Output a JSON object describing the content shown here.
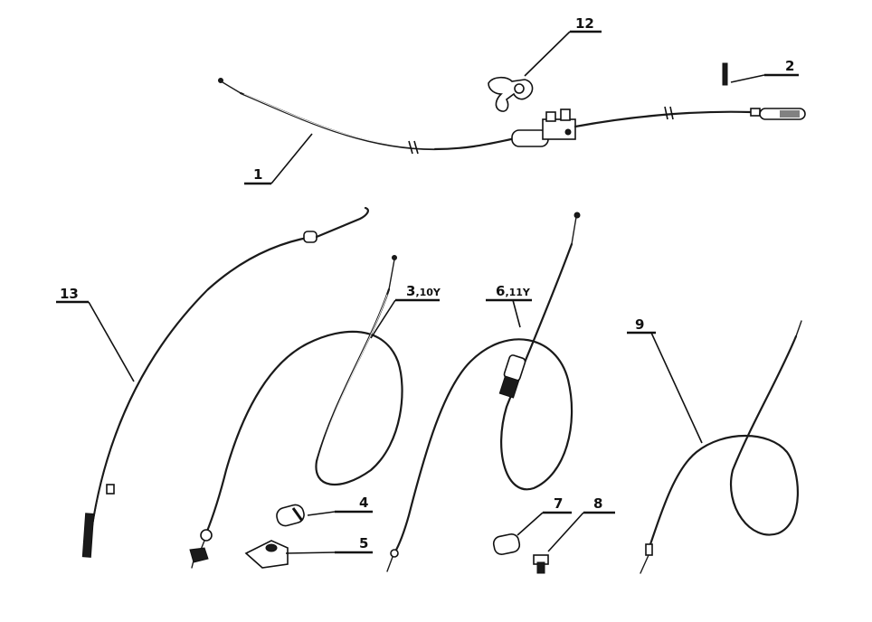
{
  "callouts": {
    "c1": "1",
    "c2": "2",
    "c3": "3",
    "c3_suffix": ",10Y",
    "c4": "4",
    "c5": "5",
    "c6": "6",
    "c6_suffix": ",11Y",
    "c7": "7",
    "c8": "8",
    "c9": "9",
    "c12": "12",
    "c13": "13"
  }
}
